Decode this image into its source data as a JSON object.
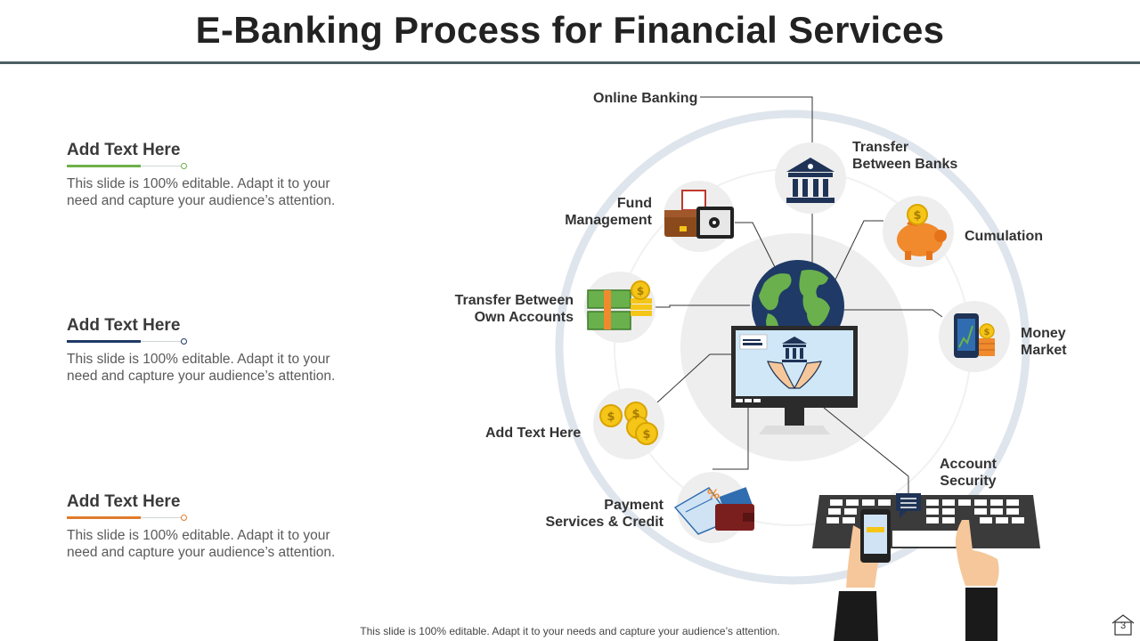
{
  "title": "E-Banking Process for Financial Services",
  "side_blocks": [
    {
      "heading": "Add Text Here",
      "body_line1": "This slide is 100% editable. Adapt it to your",
      "body_line2": "need and capture your  audience’s attention.",
      "accent": "#6fb04a"
    },
    {
      "heading": "Add Text Here",
      "body_line1": "This slide is 100% editable. Adapt it to your",
      "body_line2": "need and capture your  audience’s attention.",
      "accent": "#1f3a66"
    },
    {
      "heading": "Add Text Here",
      "body_line1": "This slide is 100% editable. Adapt it to your",
      "body_line2": "need and capture your  audience’s attention.",
      "accent": "#e07b2a"
    }
  ],
  "diagram": {
    "labels": {
      "online_banking": "Online Banking",
      "transfer_banks_1": "Transfer",
      "transfer_banks_2": "Between Banks",
      "fund_mgmt_1": "Fund",
      "fund_mgmt_2": "Management",
      "cumulation": "Cumulation",
      "own_accounts_1": "Transfer Between",
      "own_accounts_2": "Own Accounts",
      "money_market_1": "Money",
      "money_market_2": "Market",
      "add_text": "Add  Text Here",
      "account_security_1": "Account",
      "account_security_2": "Security",
      "payment_1": "Payment",
      "payment_2": "Services & Credit"
    },
    "icons": [
      "bank-icon",
      "briefcase-safe-icon",
      "piggy-bank-icon",
      "cash-coins-icon",
      "mobile-chart-icon",
      "coins-icon",
      "wallet-cards-icon",
      "globe-icon",
      "monitor-icon",
      "laptop-keyboard-icon"
    ],
    "colors": {
      "ring": "#dfe5ec",
      "icon_bg": "#eeeeee",
      "navy": "#1f3356",
      "orange": "#f08a2c",
      "green": "#6ab04c",
      "gold": "#f5c518"
    }
  },
  "footer": "This slide is 100% editable. Adapt it to your needs and capture your audience’s attention.",
  "page_number": "3"
}
